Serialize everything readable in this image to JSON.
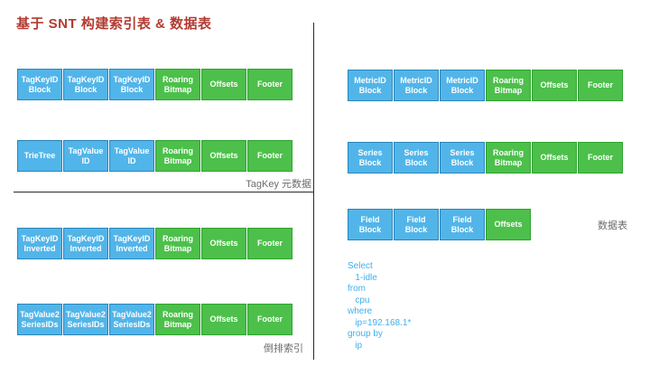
{
  "title": "基于 SNT 构建索引表 & 数据表",
  "colors": {
    "block_blue": "#52B5E9",
    "block_blue_border": "#2B85B8",
    "block_green": "#4CC04A",
    "block_green_border": "#2FA32F",
    "title_red": "#B23B32",
    "label_gray": "#6B6B6B",
    "query_blue": "#3FB0EE",
    "line_dark": "#2A2A2A"
  },
  "left": {
    "rows": [
      {
        "cells": [
          "TagKeyID\nBlock",
          "TagKeyID\nBlock",
          "TagKeyID\nBlock",
          "Roaring\nBitmap",
          "Offsets",
          "Footer"
        ]
      },
      {
        "cells": [
          "TrieTree",
          "TagValue\nID",
          "TagValue\nID",
          "Roaring\nBitmap",
          "Offsets",
          "Footer"
        ]
      },
      {
        "cells": [
          "TagKeyID\nInverted",
          "TagKeyID\nInverted",
          "TagKeyID\nInverted",
          "Roaring\nBitmap",
          "Offsets",
          "Footer"
        ]
      },
      {
        "cells": [
          "TagValue2\nSeriesIDs",
          "TagValue2\nSeriesIDs",
          "TagValue2\nSeriesIDs",
          "Roaring\nBitmap",
          "Offsets",
          "Footer"
        ]
      }
    ],
    "tagkey_meta_label": "TagKey 元数据",
    "inverted_index_label": "倒排索引"
  },
  "right": {
    "rows": [
      {
        "cells": [
          "MetricID\nBlock",
          "MetricID\nBlock",
          "MetricID\nBlock",
          "Roaring\nBitmap",
          "Offsets",
          "Footer"
        ]
      },
      {
        "cells": [
          "Series\nBlock",
          "Series\nBlock",
          "Series\nBlock",
          "Roaring\nBitmap",
          "Offsets",
          "Footer"
        ]
      },
      {
        "cells": [
          "Field\nBlock",
          "Field\nBlock",
          "Field\nBlock",
          "Offsets"
        ]
      }
    ],
    "data_table_label": "数据表"
  },
  "query": {
    "lines": [
      "Select",
      "   1-idle",
      "from",
      "   cpu",
      "where",
      "   ip=192.168.1*",
      "group by",
      "   ip"
    ]
  }
}
